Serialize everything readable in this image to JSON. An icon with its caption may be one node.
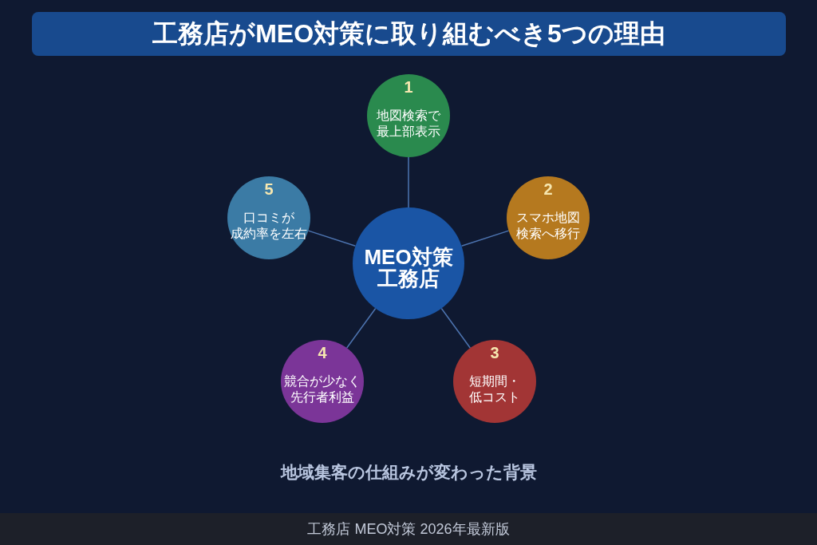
{
  "diagram": {
    "title": "工務店がMEO対策に取り組むべき5つの理由",
    "caption": "地域集客の仕組みが変わった背景",
    "nodes": [
      {
        "text": [
          "MEO対策工務店"
        ]
      },
      {
        "text": [
          "1",
          "地図検索で最上部表示"
        ]
      },
      {
        "text": [
          "2",
          "スマホ地図検索へ移行"
        ]
      },
      {
        "text": [
          "3",
          "短期間・低コスト"
        ]
      },
      {
        "text": [
          "4",
          "競合が少なく先行者利益"
        ]
      },
      {
        "text": [
          "5",
          "口コミが成約率を左右"
        ]
      }
    ],
    "edges": [
      {
        "from": 0,
        "to": 1,
        "arrow": "none"
      },
      {
        "from": 0,
        "to": 2,
        "arrow": "none"
      },
      {
        "from": 0,
        "to": 3,
        "arrow": "none"
      },
      {
        "from": 0,
        "to": 4,
        "arrow": "none"
      },
      {
        "from": 0,
        "to": 5,
        "arrow": "none"
      }
    ],
    "labels": [
      "工務店 MEO対策 2026年最新版"
    ]
  }
}
